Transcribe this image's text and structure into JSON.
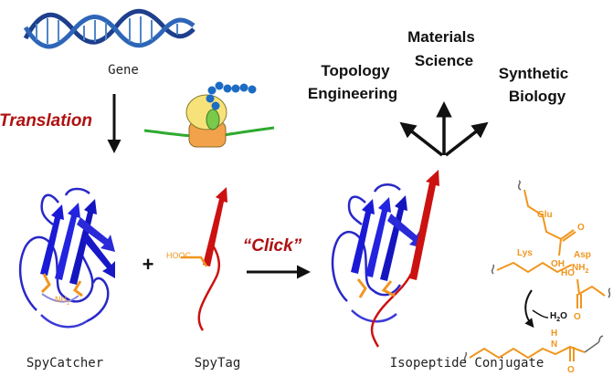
{
  "labels": {
    "gene": "Gene",
    "translation": "Translation",
    "spycatcher": "SpyCatcher",
    "spytag": "SpyTag",
    "plus": "+",
    "click": "“Click”",
    "conjugate": "Isopeptide Conjugate"
  },
  "applications": {
    "topology_line1": "Topology",
    "topology_line2": "Engineering",
    "materials_line1": "Materials",
    "materials_line2": "Science",
    "synthetic_line1": "Synthetic",
    "synthetic_line2": "Biology"
  },
  "chem": {
    "nh2": "NH",
    "nh2_sub": "2",
    "hooc": "HOOC",
    "glu": "Glu",
    "lys": "Lys",
    "asp": "Asp",
    "oh1": "OH",
    "o1": "O",
    "ho": "HO",
    "o2": "O",
    "lys_nh2": "NH",
    "lys_nh2_sub": "2",
    "h2o": "H",
    "h2o_sub": "2",
    "h2o_o": "O",
    "amide_h": "H",
    "amide_n": "N",
    "amide_o": "O"
  },
  "colors": {
    "blue_protein": "#1a1ad6",
    "red_tag": "#cc1111",
    "orange_chem": "#f0961e",
    "translation_red": "#b01010",
    "green_mrna": "#2eaa2e",
    "ribosome_yellow": "#f7e27a",
    "ribosome_orange": "#f2a24a",
    "bead_blue": "#1c6cc4"
  }
}
